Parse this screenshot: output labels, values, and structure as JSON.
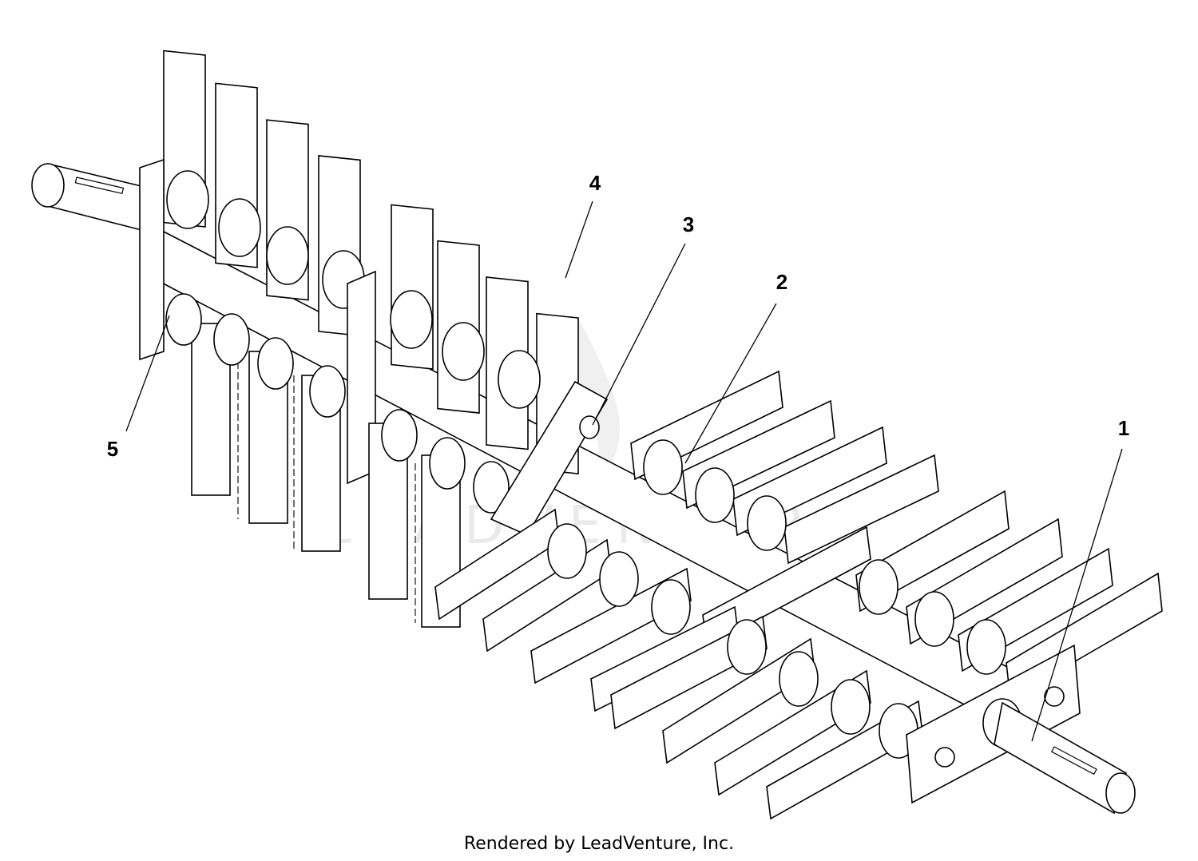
{
  "diagram": {
    "watermark": "LEADVENTURE",
    "callouts": [
      {
        "label": "1"
      },
      {
        "label": "2"
      },
      {
        "label": "3"
      },
      {
        "label": "4"
      },
      {
        "label": "5"
      }
    ]
  },
  "footer": {
    "text": "Rendered by LeadVenture, Inc."
  }
}
